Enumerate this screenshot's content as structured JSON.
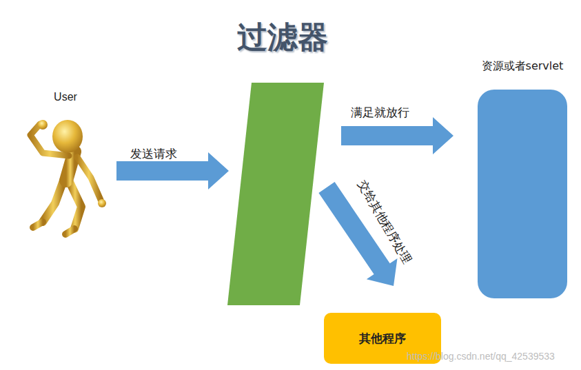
{
  "diagram": {
    "nodes": [
      {
        "text": [
          "User"
        ]
      },
      {
        "text": [
          "过滤器"
        ]
      },
      {
        "text": [
          "资源或者servlet"
        ]
      },
      {
        "text": [
          "其他程序"
        ]
      }
    ],
    "edges": [
      {
        "from": 0,
        "to": 1,
        "label": "发送请求",
        "arrow": "to"
      },
      {
        "from": 1,
        "to": 2,
        "label": "满足就放行",
        "arrow": "to"
      },
      {
        "from": 1,
        "to": 3,
        "label": "交给其他程序处理",
        "arrow": "to"
      }
    ],
    "labels": [
      "https://blog.csdn.net/qq_42539533"
    ]
  }
}
